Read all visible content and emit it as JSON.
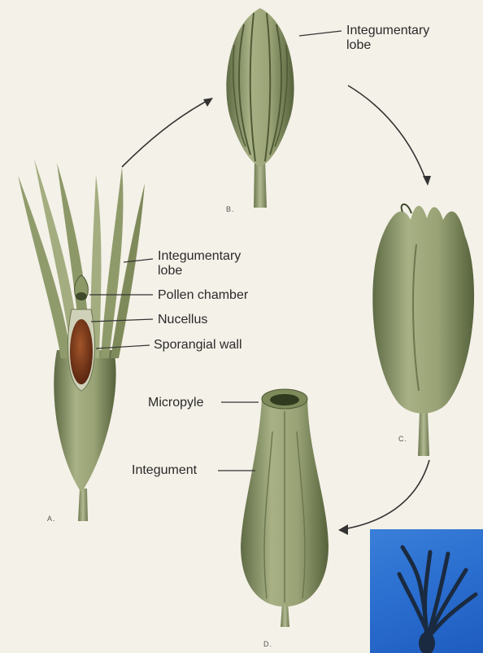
{
  "labels": {
    "integumentary_lobe_b": "Integumentary\nlobe",
    "integumentary_lobe_a": "Integumentary\nlobe",
    "pollen_chamber": "Pollen chamber",
    "nucellus": "Nucellus",
    "sporangial_wall": "Sporangial wall",
    "micropyle": "Micropyle",
    "integument": "Integument"
  },
  "panels": {
    "a": "A.",
    "b": "B.",
    "c": "C.",
    "d": "D."
  },
  "colors": {
    "tissue": "#8f9a6a",
    "tissue_dark": "#5e6a44",
    "nucellus": "#7a3a1c",
    "photo_bg": "#2b6fd0"
  }
}
